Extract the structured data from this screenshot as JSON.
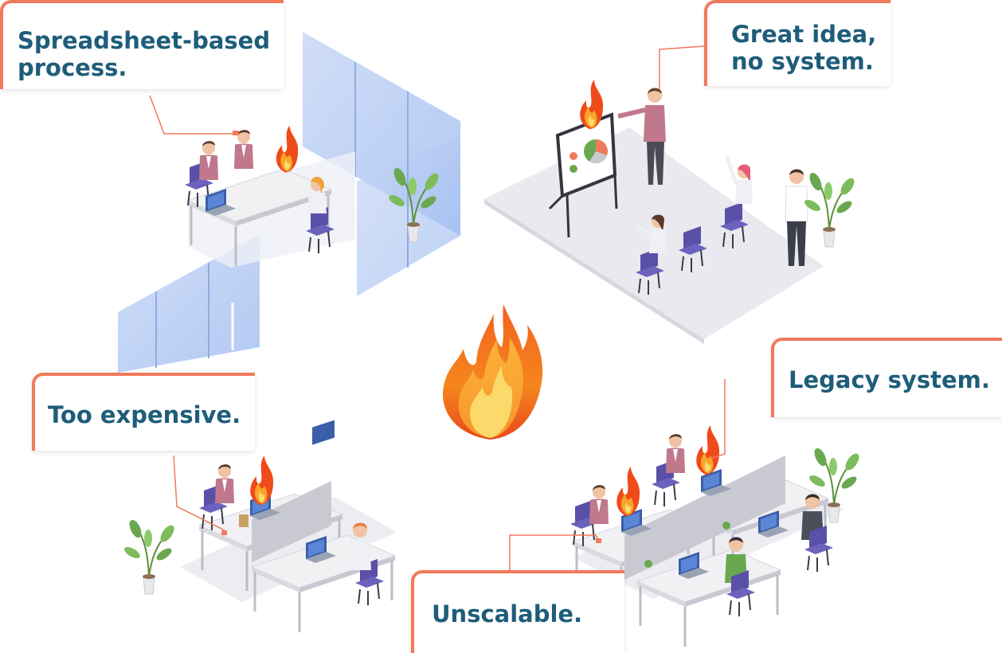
{
  "callouts": {
    "spreadsheet": "Spreadsheet-based\nprocess.",
    "great_idea": "Great idea,\nno system.",
    "legacy": "Legacy system.",
    "expensive": "Too expensive.",
    "unscalable": "Unscalable."
  },
  "colors": {
    "accent": "#f07a5c",
    "text": "#1e5d7a",
    "glass": "#a9c4f0",
    "floor": "#e8e8ee",
    "chair": "#5a50a8",
    "flame_outer": "#f04a1a",
    "flame_mid": "#f89a1c",
    "flame_inner": "#fbd96a",
    "plant": "#6aa84f"
  },
  "icons": {
    "central": "fire-icon",
    "small": "fire-icon",
    "plants": "potted-plant-icon"
  }
}
